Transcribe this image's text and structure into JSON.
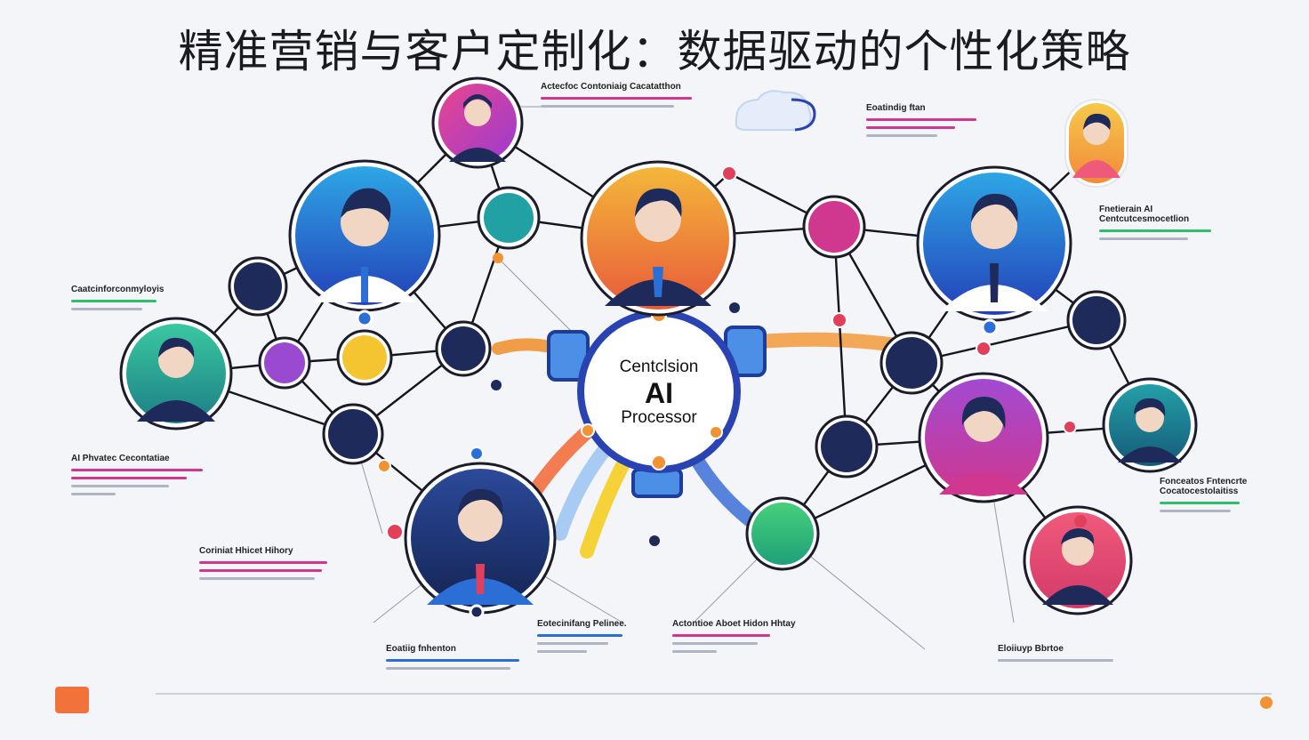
{
  "title": "精准营销与客户定制化：数据驱动的个性化策略",
  "hub": {
    "line1": "Centclsion",
    "line2": "AI",
    "line3": "Processor"
  },
  "captions": {
    "top_center": "Actecfoc Contoniaig Cacatatthon",
    "top_right": "Eoatindig ftan",
    "right_upper": "Fnetierain AI Centcutcesmocetlion",
    "left_mid": "Caatcinforconmyloyis",
    "left_lower": "AI Phvatec Cecontatiae",
    "right_lower": "Fonceatos Fntencrte Cocatocestolaitiss",
    "bottom_left": "Coriniat Hhicet Hihory",
    "bottom_center": "Eotecinifang Pelinee.",
    "bottom_center_right": "Actontioe Aboet Hidon Hhtay",
    "bottom_mid_left": "Eoatiig fnhenton",
    "bottom_right": "Eloiiuyp Bbrtoe"
  },
  "palette": {
    "navy": "#1e2a5a",
    "blue": "#2b6fd6",
    "teal": "#1fa58f",
    "purple": "#8e44c9",
    "magenta": "#d0378e",
    "orange": "#f19233",
    "yellow": "#f5c531",
    "green": "#2fbf6a",
    "red": "#e2405a"
  }
}
